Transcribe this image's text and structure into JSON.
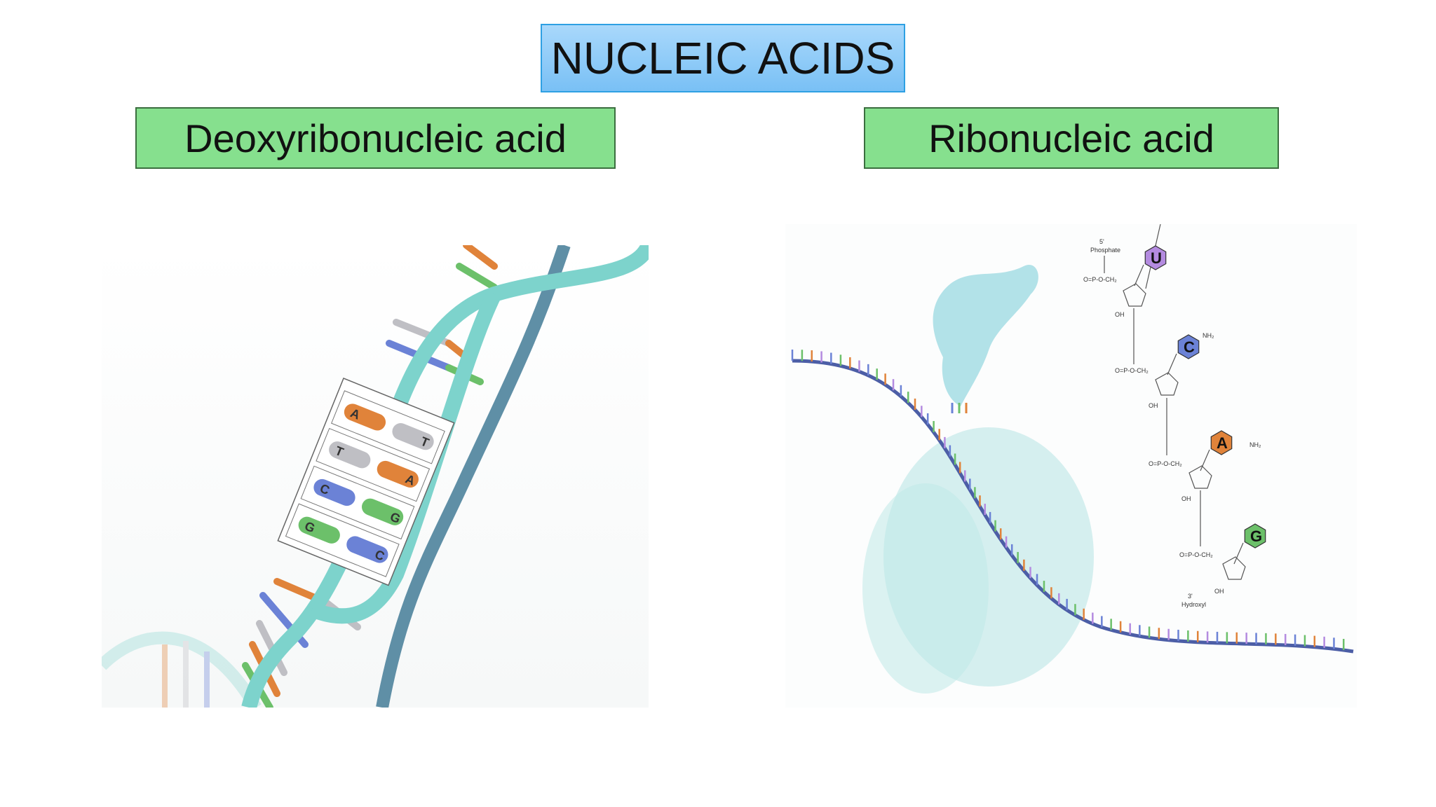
{
  "title": "NUCLEIC ACIDS",
  "dna": {
    "heading": "Deoxyribonucleic acid",
    "pairs": [
      {
        "left": "A",
        "right": "T"
      },
      {
        "left": "T",
        "right": "A"
      },
      {
        "left": "C",
        "right": "G"
      },
      {
        "left": "G",
        "right": "C"
      }
    ]
  },
  "rna": {
    "heading": "Ribonucleic acid",
    "bases": [
      "U",
      "C",
      "A",
      "G"
    ],
    "labels": {
      "five_prime": "5'",
      "phosphate": "Phosphate",
      "three_prime": "3'",
      "hydroxyl": "Hydroxyl",
      "oh": "OH",
      "phosphate_group": "O=P-O-CH₂",
      "nh2": "NH₂"
    }
  },
  "colors": {
    "title_bg": "#8ccbf8",
    "heading_bg": "#86e08e",
    "backbone": "#7dd3cc",
    "A": "#e0833a",
    "T": "#bfbfc4",
    "C": "#6b82d6",
    "G": "#6cc06a",
    "U": "#b48be0"
  }
}
